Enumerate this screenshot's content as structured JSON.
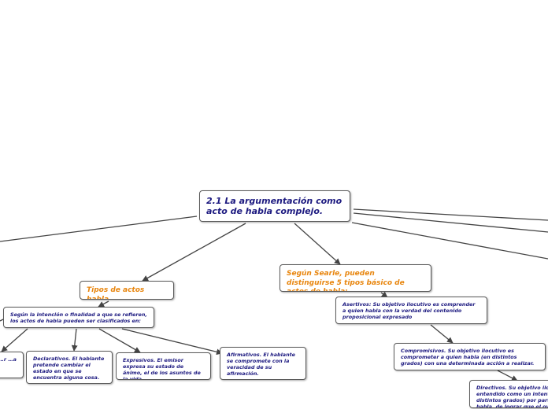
{
  "colors": {
    "central_text": "#1d1a80",
    "subtopic_text": "#e8860f",
    "leaf_text": "#1d1a80",
    "connector": "#444444",
    "border": "#5a5a5a"
  },
  "central": {
    "text": "2.1 La argumentación como acto de habla complejo."
  },
  "tipos": {
    "title": "Tipos de actos habla",
    "intro": "Según la intención o finalidad a que se refieren, los actos de habla pueden ser clasificados en:",
    "items": {
      "partial": "…r …a",
      "declarativos": "Declarativos. El hablante pretende cambiar el estado en que se encuentra alguna cosa.",
      "expresivos": "Expresivos. El emisor expresa su estado de ánimo, el de los asuntos de la vida.",
      "afirmativos": "Afirmativos. El hablante se compromete con la veracidad de su afirmación."
    }
  },
  "searle": {
    "title": "Según Searle, pueden distinguirse 5 tipos básico de actos de habla:",
    "asertivos": "Asertivos: Su objetivo ilocutivo es comprender a quien habla con la verdad del contenido proposicional expresado",
    "compromisivos": "Compromisivos. Su objetivo ilocutivo es comprometer a quien habla (en distintos grados) con una determinada acción a realizar.",
    "directivos": "Directivos. Su objetivo ilocutivo es entendido como un intento (en distintos grados) por parte de quien habla, de lograr que el oyente realice algo."
  }
}
